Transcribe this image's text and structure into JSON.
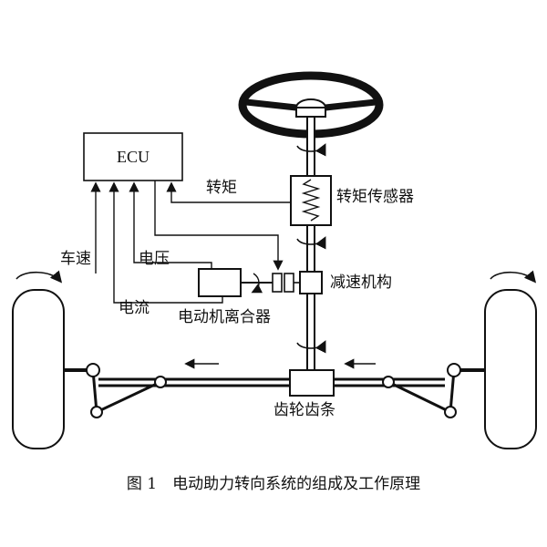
{
  "labels": {
    "ecu": "ECU",
    "torque": "转矩",
    "torque_sensor": "转矩传感器",
    "vehicle_speed": "车速",
    "voltage": "电压",
    "current": "电流",
    "reducer": "减速机构",
    "motor_clutch": "电动机离合器",
    "rack_pinion": "齿轮齿条"
  },
  "caption": "图 1　电动助力转向系统的组成及工作原理"
}
